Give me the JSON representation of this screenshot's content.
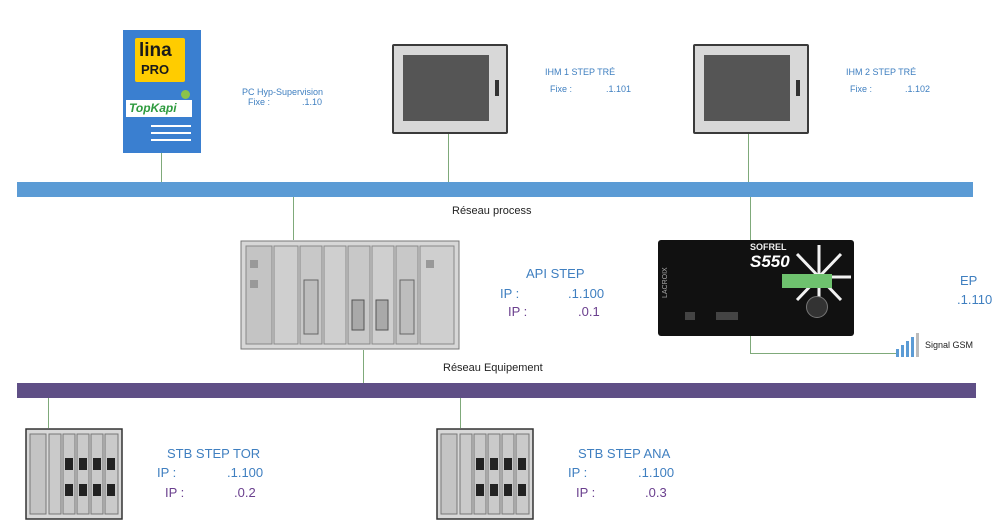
{
  "networks": {
    "process": "Réseau process",
    "equipment": "Réseau Equipement"
  },
  "pc": {
    "name": "PC Hyp-Supervision",
    "fixe_label": "Fixe :",
    "fixe_value": ".1.10",
    "logo_top": "lina",
    "logo_bottom": "PRO",
    "logo_brand": "TopKapi"
  },
  "hmi1": {
    "name": "IHM 1  STEP TRÉ",
    "fixe_label": "Fixe :",
    "fixe_value": ".1.101"
  },
  "hmi2": {
    "name": "IHM 2 STEP TRÉ",
    "fixe_label": "Fixe :",
    "fixe_value": ".1.102"
  },
  "api": {
    "name": "API STEP",
    "ip1_label": "IP :",
    "ip1_value": ".1.100",
    "ip2_label": "IP :",
    "ip2_value": ".0.1"
  },
  "sofrel": {
    "brand": "SOFREL",
    "model": "S550",
    "maker": "LACROIX",
    "name_partial": "EP",
    "ip_partial": ".1.110",
    "gsm_label": "Signal GSM"
  },
  "stb_tor": {
    "name": "STB STEP TOR",
    "ip1_label": "IP :",
    "ip1_value": ".1.100",
    "ip2_label": "IP :",
    "ip2_value": ".0.2"
  },
  "stb_ana": {
    "name": "STB STEP ANA",
    "ip1_label": "IP :",
    "ip1_value": ".1.100",
    "ip2_label": "IP :",
    "ip2_value": ".0.3"
  },
  "colors": {
    "process_bus": "#5b9bd5",
    "equipment_bus": "#5f4f86",
    "label_blue": "#3f7fc0",
    "label_purple": "#6a3f8e",
    "link": "#7faa7a"
  }
}
